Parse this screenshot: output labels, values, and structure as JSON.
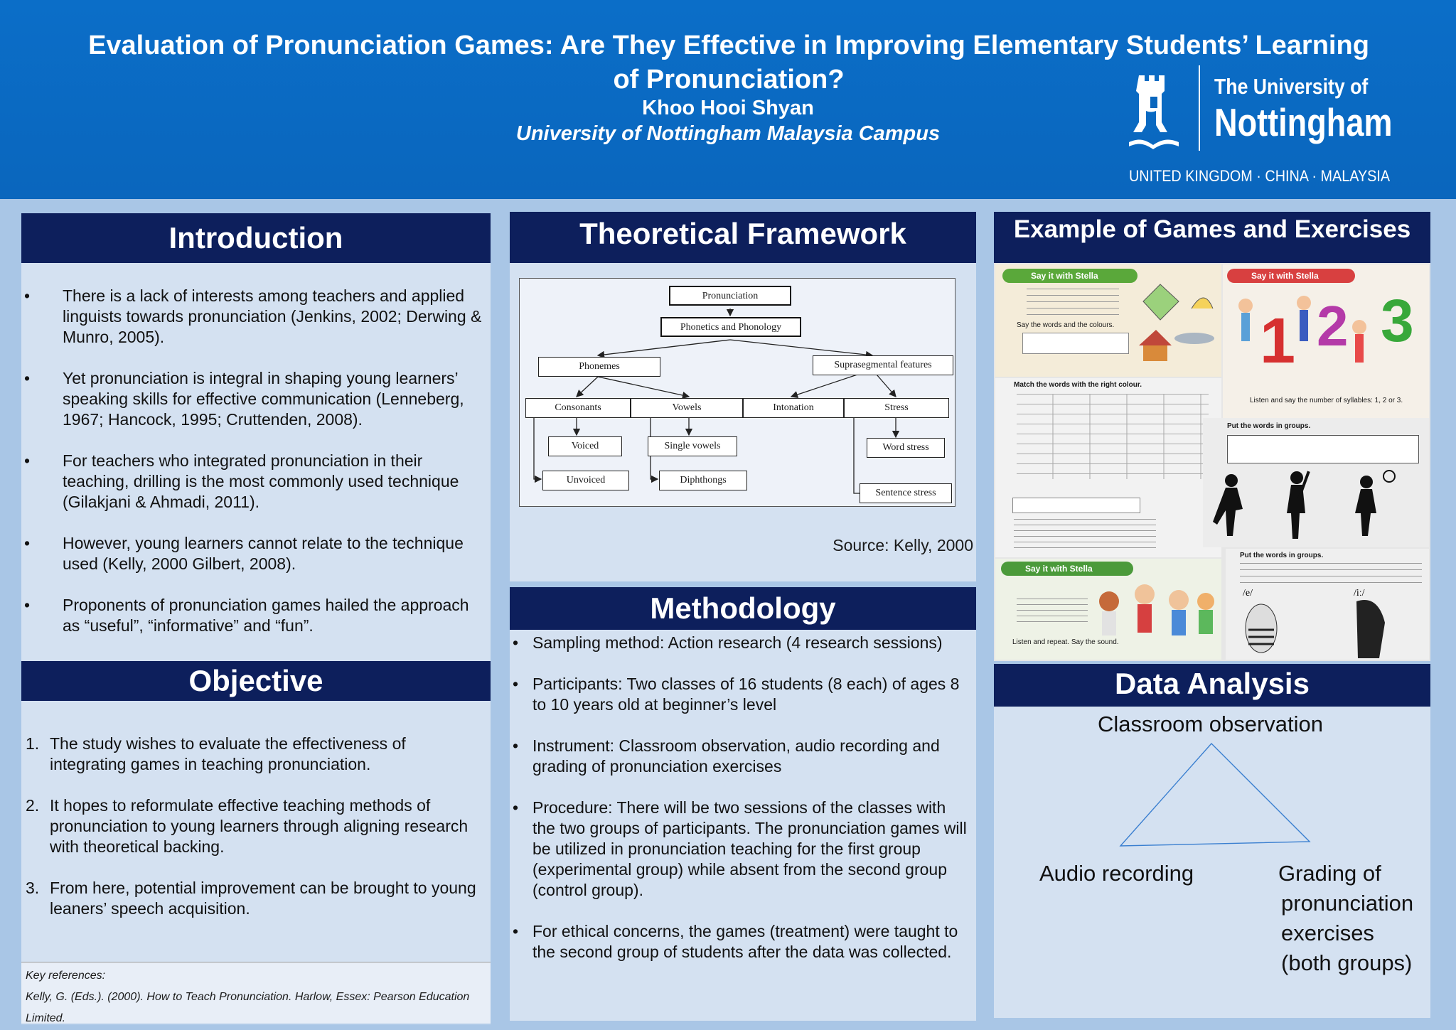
{
  "header": {
    "title_line1": "Evaluation of Pronunciation Games: Are They Effective in Improving Elementary Students’ Learning",
    "title_line2": "of Pronunciation?",
    "author": "Khoo Hooi Shyan",
    "affiliation": "University of Nottingham Malaysia Campus",
    "logo": {
      "line1": "The University of",
      "line2": "Nottingham",
      "campuses": "UNITED KINGDOM · CHINA · MALAYSIA",
      "icon": "castle-tower-icon"
    }
  },
  "introduction": {
    "heading": "Introduction",
    "bullets": [
      "There is a lack of interests among teachers and applied linguists towards pronunciation (Jenkins, 2002; Derwing & Munro, 2005).",
      "Yet pronunciation is integral in shaping young learners’ speaking skills for effective communication (Lenneberg, 1967; Hancock, 1995; Cruttenden, 2008).",
      "For teachers who integrated pronunciation in their teaching, drilling is the most commonly used technique (Gilakjani & Ahmadi, 2011).",
      "However, young learners cannot relate to the technique used (Kelly, 2000 Gilbert, 2008).",
      "Proponents of pronunciation games hailed the approach as “useful”, “informative” and “fun”."
    ]
  },
  "objective": {
    "heading": "Objective",
    "items": [
      {
        "num": "1.",
        "text": "The study wishes to evaluate the effectiveness of integrating games in teaching pronunciation."
      },
      {
        "num": "2.",
        "text": "It hopes to reformulate effective teaching methods of pronunciation to young learners through aligning research with theoretical backing."
      },
      {
        "num": "3.",
        "text": "From here, potential improvement can be brought to young leaners’ speech acquisition."
      }
    ]
  },
  "references": {
    "label": "Key references:",
    "entry": "Kelly, G. (Eds.). (2000). How to Teach Pronunciation. Harlow, Essex: Pearson Education Limited."
  },
  "framework": {
    "heading": "Theoretical Framework",
    "nodes": {
      "pronunciation": "Pronunciation",
      "phon": "Phonetics and Phonology",
      "phonemes": "Phonemes",
      "supra": "Suprasegmental features",
      "consonants": "Consonants",
      "vowels": "Vowels",
      "intonation": "Intonation",
      "stress": "Stress",
      "voiced": "Voiced",
      "unvoiced": "Unvoiced",
      "single": "Single vowels",
      "diph": "Diphthongs",
      "word_stress": "Word stress",
      "sentence_stress": "Sentence stress"
    },
    "source": "Source: Kelly, 2000"
  },
  "methodology": {
    "heading": "Methodology",
    "bullets": [
      "Sampling method: Action research (4 research sessions)",
      "Participants: Two classes of 16 students (8 each) of ages 8 to 10 years old at beginner’s level",
      "Instrument: Classroom observation, audio recording and grading of pronunciation exercises",
      "Procedure: There will be two sessions of the classes with the two groups of participants. The pronunciation games will be utilized in pronunciation teaching for the first group (experimental group) while absent from the second group (control group).",
      "For ethical concerns, the games (treatment) were taught to the second group of students after the data was collected."
    ]
  },
  "examples": {
    "heading": "Example of Games and Exercises",
    "panels": [
      {
        "title": "Say it with Stella",
        "caption": "Say the words and the colours."
      },
      {
        "title": "Say it with Stella",
        "caption": "Listen and say the number of syllables: 1, 2 or 3."
      },
      {
        "title": "",
        "caption": "Match the words with the right colour."
      },
      {
        "title": "",
        "caption": "Put the words in groups."
      },
      {
        "title": "Say it with Stella",
        "caption": "Listen and repeat. Say the sound."
      },
      {
        "title": "",
        "caption": "Put the words in groups."
      }
    ]
  },
  "data_analysis": {
    "heading": "Data Analysis",
    "top": "Classroom observation",
    "left": "Audio recording",
    "right_lines": [
      "Grading of",
      "pronunciation",
      "exercises",
      "(both groups)"
    ]
  },
  "colors": {
    "banner": "#0a66bd",
    "panel_head": "#0d1f5c",
    "panel_body": "#d4e1f1",
    "background": "#a9c6e6"
  }
}
